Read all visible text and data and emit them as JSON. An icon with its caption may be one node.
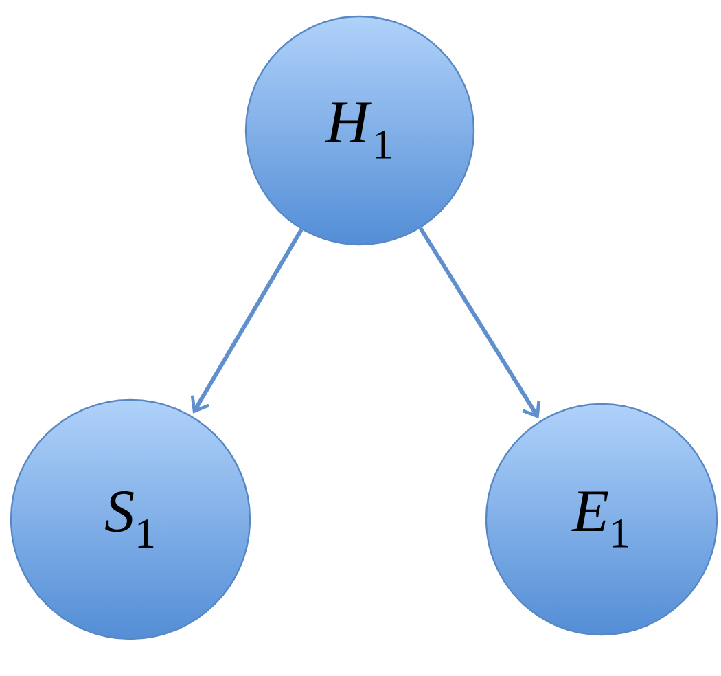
{
  "diagram": {
    "nodes": [
      {
        "text": [
          "*H*$_{1}$"
        ]
      },
      {
        "text": [
          "*S*$_{1}$"
        ]
      },
      {
        "text": [
          "*E*$_{1}$"
        ]
      }
    ],
    "edges": [
      {
        "from": 0,
        "to": 1,
        "arrow": "to"
      },
      {
        "from": 0,
        "to": 2,
        "arrow": "to"
      }
    ]
  }
}
